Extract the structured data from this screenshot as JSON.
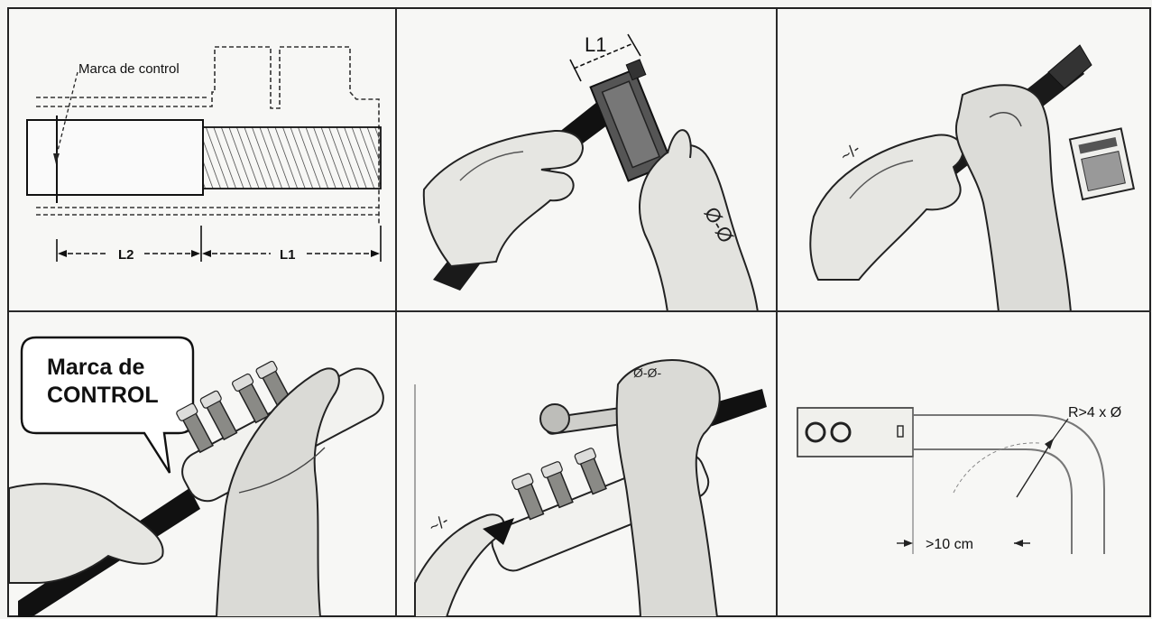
{
  "panel1": {
    "label_control_mark": "Marca de control",
    "dim_l2": "L2",
    "dim_l1": "L1"
  },
  "panel2": {
    "dim_l1": "L1"
  },
  "panel4": {
    "callout_line1": "Marca de",
    "callout_line2": "CONTROL"
  },
  "panel6": {
    "label_radius": "R>4 x Ø",
    "label_distance": ">10 cm"
  }
}
